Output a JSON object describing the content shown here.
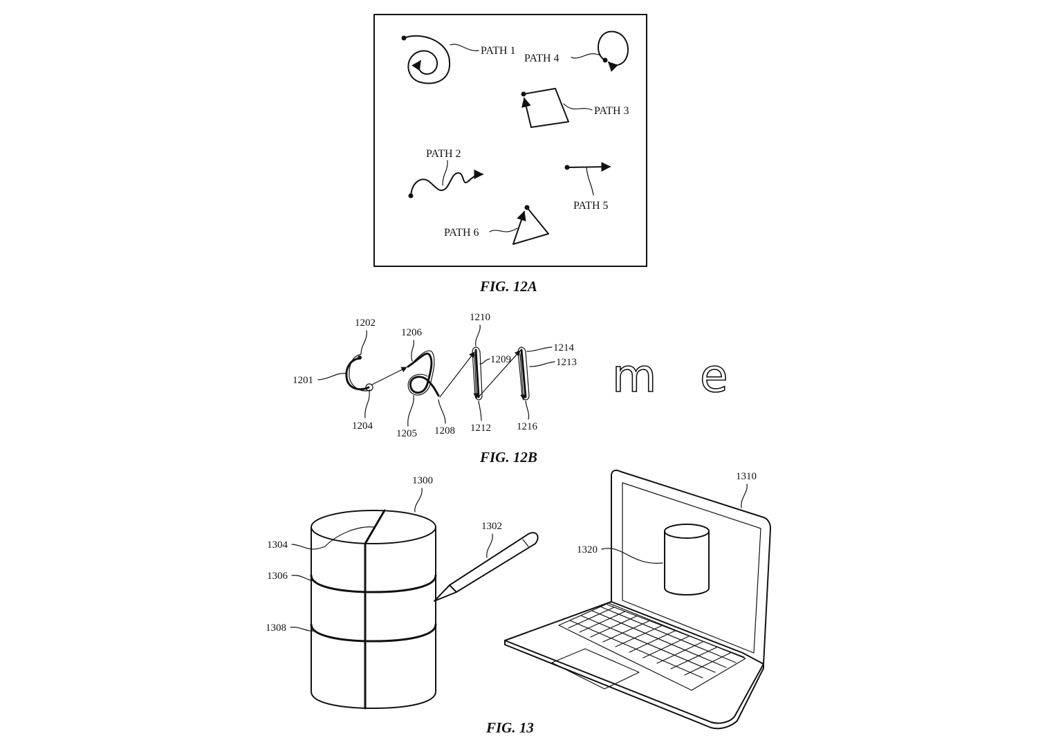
{
  "fig12a": {
    "caption": "FIG. 12A",
    "paths": [
      "PATH 1",
      "PATH 2",
      "PATH 3",
      "PATH 4",
      "PATH 5",
      "PATH 6"
    ]
  },
  "fig12b": {
    "caption": "FIG. 12B",
    "handwriting": [
      "m",
      "e"
    ],
    "refs": {
      "r1201": "1201",
      "r1202": "1202",
      "r1204": "1204",
      "r1205": "1205",
      "r1206": "1206",
      "r1208": "1208",
      "r1209": "1209",
      "r1210": "1210",
      "r1212": "1212",
      "r1213": "1213",
      "r1214": "1214",
      "r1216": "1216"
    }
  },
  "fig13": {
    "caption": "FIG. 13",
    "refs": {
      "r1300": "1300",
      "r1302": "1302",
      "r1304": "1304",
      "r1306": "1306",
      "r1308": "1308",
      "r1310": "1310",
      "r1320": "1320"
    }
  }
}
